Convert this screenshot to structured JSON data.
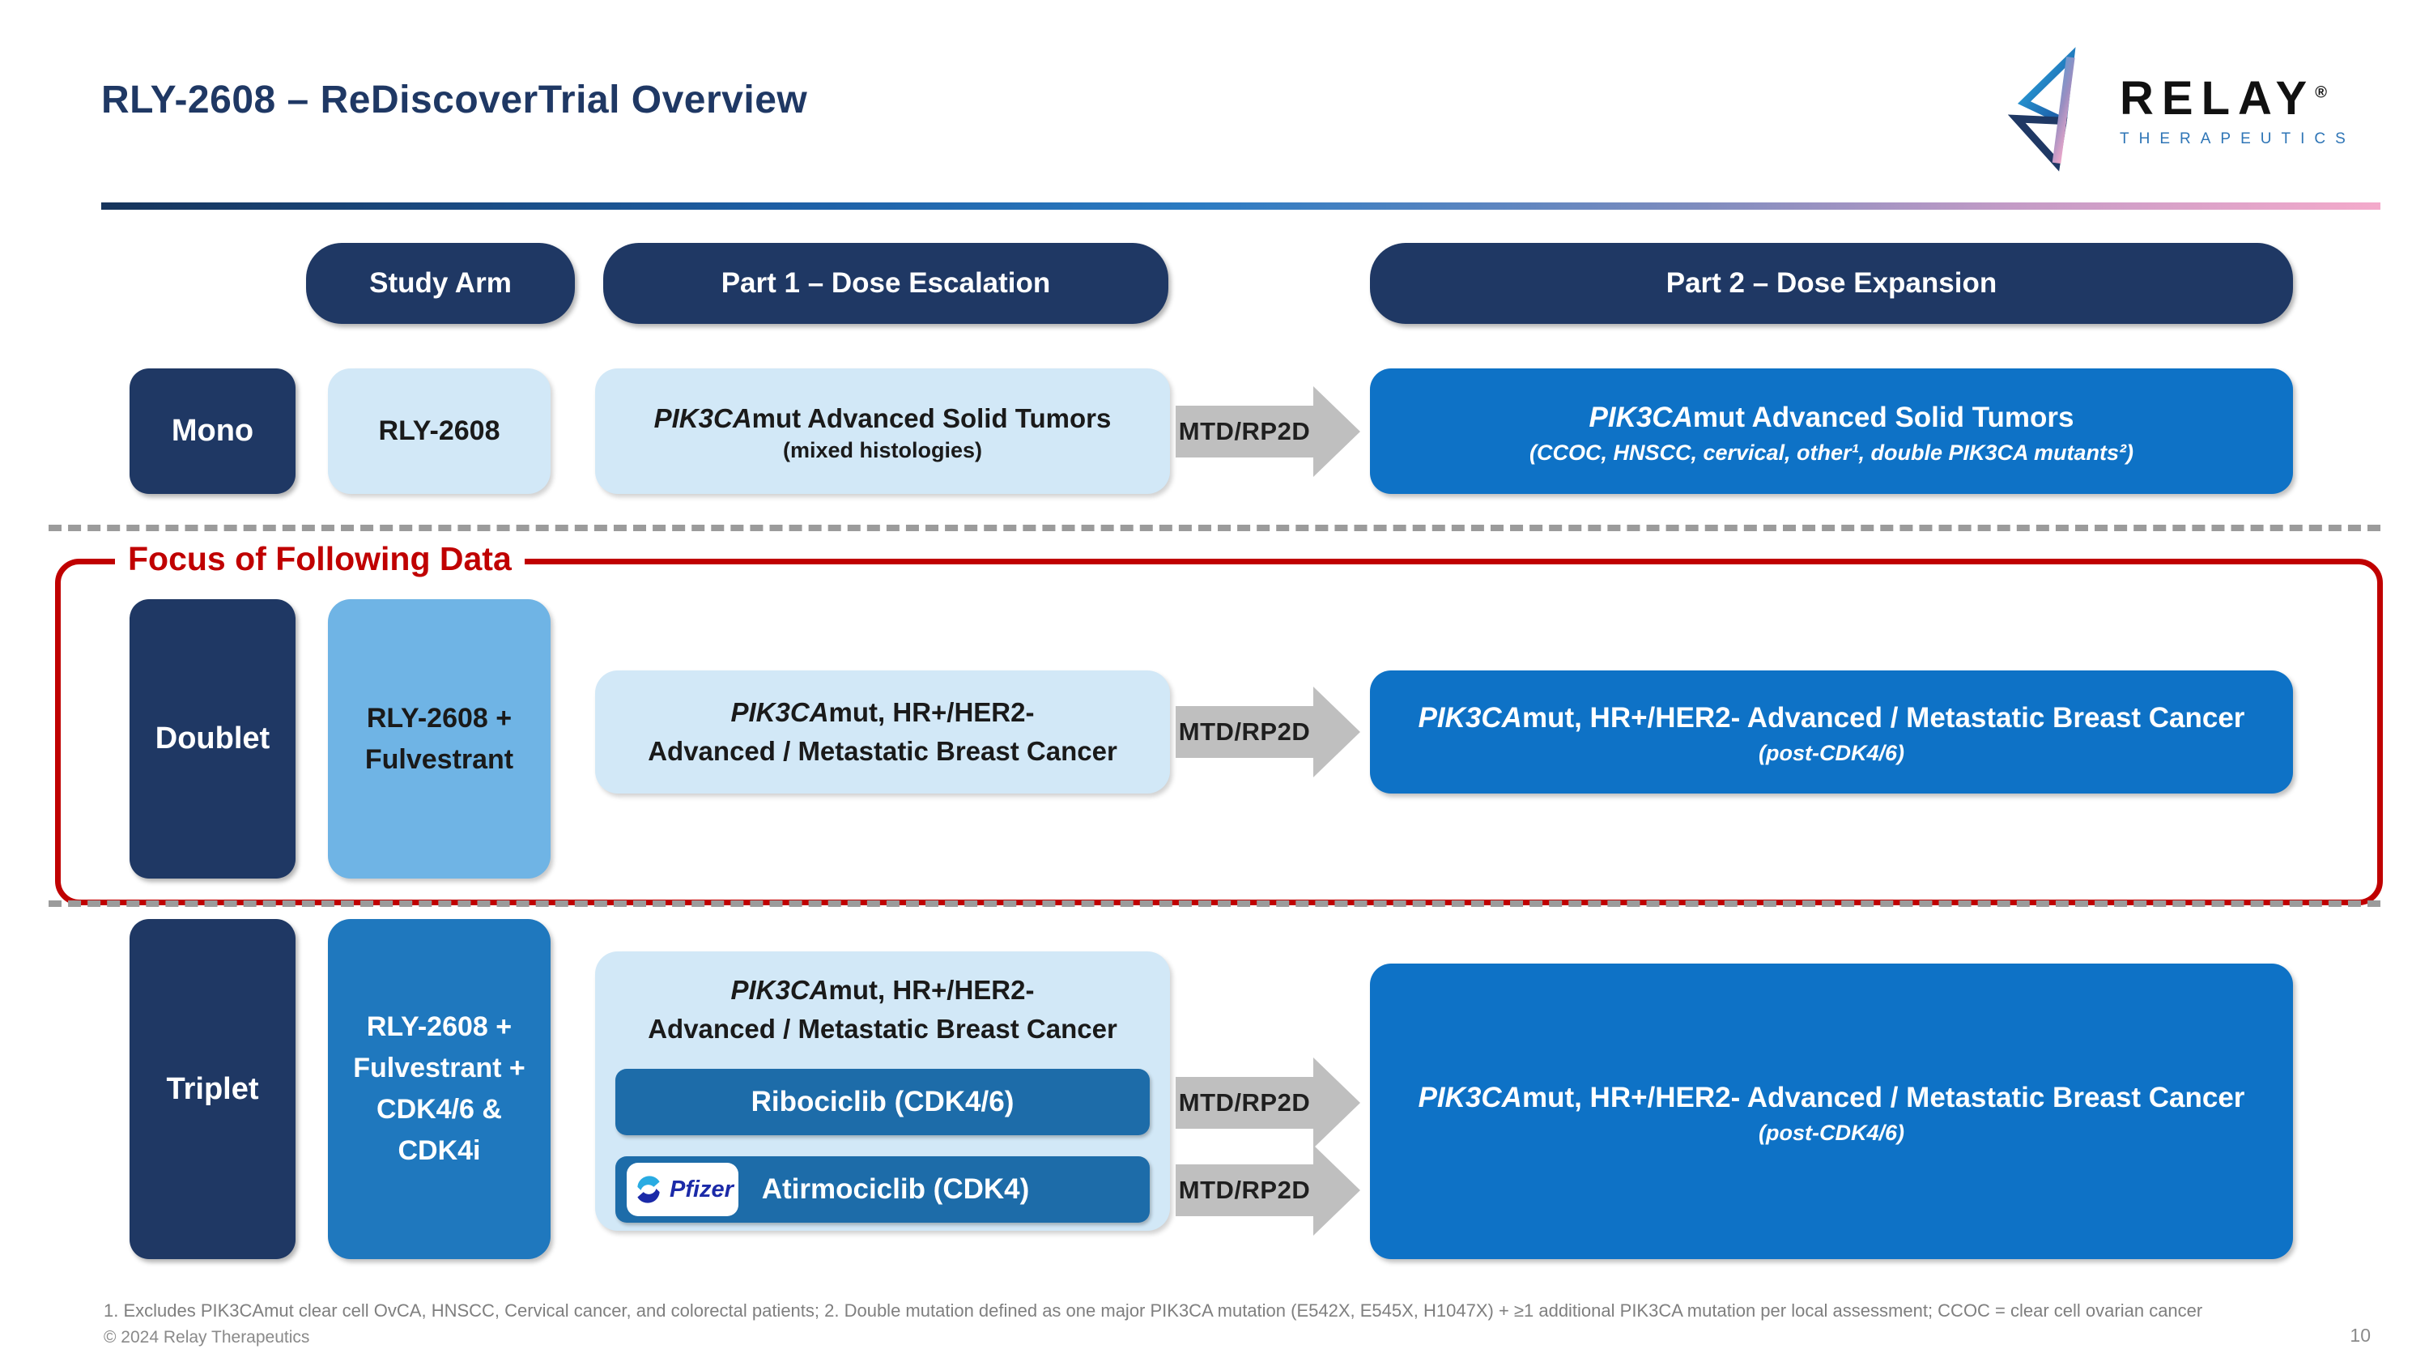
{
  "slide": {
    "title": "RLY-2608 – ReDiscoverTrial Overview",
    "footnote": "1. Excludes PIK3CAmut clear cell OvCA, HNSCC, Cervical cancer, and colorectal patients;  2. Double mutation defined as one major PIK3CA mutation (E542X, E545X, H1047X) + ≥1 additional PIK3CA mutation per local assessment;  CCOC = clear cell ovarian cancer",
    "copyright": "© 2024 Relay Therapeutics",
    "page_number": "10"
  },
  "logo": {
    "brand": "RELAY",
    "reg": "®",
    "sub": "THERAPEUTICS"
  },
  "pfizer": {
    "wordmark": "Pfizer"
  },
  "headers": {
    "study_arm": "Study Arm",
    "part1": "Part 1 – Dose Escalation",
    "part2": "Part 2 – Dose Expansion"
  },
  "focus": {
    "label": "Focus of Following Data"
  },
  "arrow": {
    "label": "MTD/RP2D"
  },
  "gene": "PIK3CA",
  "mono": {
    "arm": "Mono",
    "regimen": "RLY-2608",
    "p1_rest": "mut Advanced Solid Tumors",
    "p1_sub": "(mixed histologies)",
    "p2_rest": "mut Advanced Solid Tumors",
    "p2_sub": "(CCOC, HNSCC, cervical, other¹, double PIK3CA mutants²)"
  },
  "doublet": {
    "arm": "Doublet",
    "regimen": "RLY-2608 +\nFulvestrant",
    "p1_rest": "mut, HR+/HER2-",
    "p1_line2": "Advanced / Metastatic Breast Cancer",
    "p2_rest": "mut, HR+/HER2- Advanced / Metastatic Breast Cancer",
    "p2_sub": "(post-CDK4/6)"
  },
  "triplet": {
    "arm": "Triplet",
    "regimen": "RLY-2608 +\nFulvestrant  +\nCDK4/6 &\nCDK4i",
    "p1_rest": "mut, HR+/HER2-",
    "p1_line2": "Advanced / Metastatic Breast Cancer",
    "drug1": "Ribociclib (CDK4/6)",
    "drug2": "Atirmociclib (CDK4)",
    "p2_rest": "mut, HR+/HER2- Advanced / Metastatic Breast Cancer",
    "p2_sub": "(post-CDK4/6)"
  },
  "colors": {
    "navy": "#1F3864",
    "part2_blue": "#0E72C6",
    "light_blue": "#D2E8F7",
    "mid_blue": "#6FB4E5",
    "combo_blue": "#1F78BE",
    "drug_blue": "#1D6CA9",
    "focus_red": "#C00000",
    "arrow_gray": "#BFBFBF",
    "gradient_pink": "#F4AACB"
  }
}
